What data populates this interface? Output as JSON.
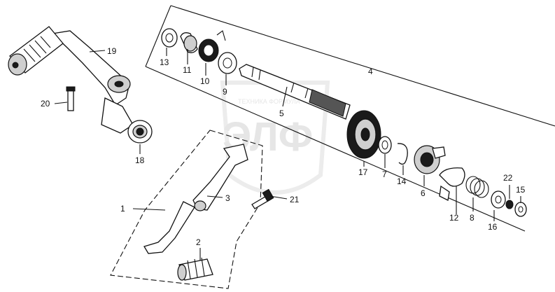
{
  "watermark": {
    "top_text": "ТЕХНИКА ФОРМУЛА",
    "main_text": "ЭЛФ"
  },
  "callouts": {
    "1": "1",
    "2": "2",
    "3": "3",
    "4": "4",
    "5": "5",
    "6": "6",
    "7": "7",
    "8": "8",
    "9": "9",
    "10": "10",
    "11": "11",
    "12": "12",
    "13": "13",
    "14": "14",
    "15": "15",
    "16": "16",
    "17": "17",
    "18": "18",
    "19": "19",
    "20": "20",
    "21": "21",
    "22": "22"
  }
}
